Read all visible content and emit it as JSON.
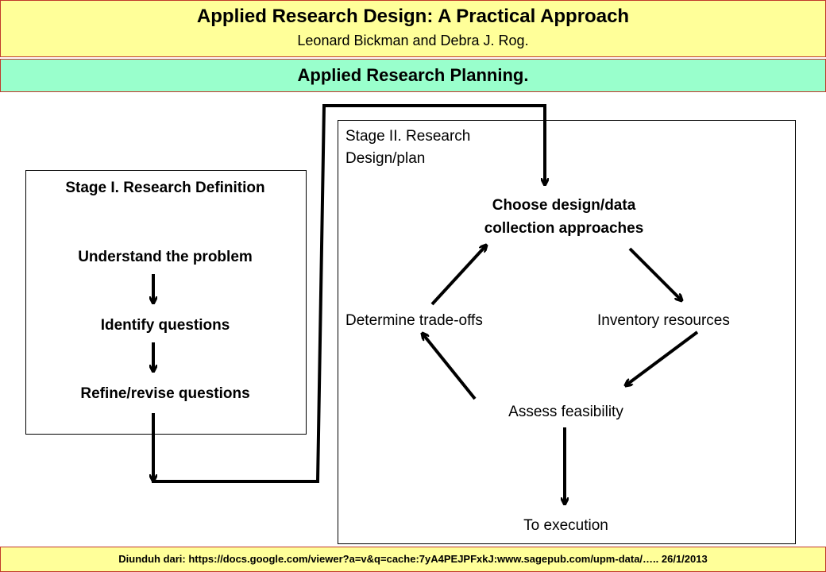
{
  "header": {
    "title": "Applied Research Design: A Practical Approach",
    "subtitle": "Leonard Bickman and Debra J. Rog."
  },
  "subheader": {
    "title": "Applied Research Planning."
  },
  "stage1": {
    "title": "Stage I. Research Definition",
    "steps": [
      "Understand the problem",
      "Identify questions",
      "Refine/revise questions"
    ]
  },
  "stage2": {
    "title_line1": "Stage II. Research",
    "title_line2": "Design/plan",
    "choose_line1": "Choose design/data",
    "choose_line2": "collection approaches",
    "inventory": "Inventory resources",
    "assess": "Assess feasibility",
    "tradeoffs": "Determine trade-offs",
    "execution": "To execution"
  },
  "footer": {
    "text": "Diunduh dari: https://docs.google.com/viewer?a=v&q=cache:7yA4PEJPFxkJ:www.sagepub.com/upm-data/….. 26/1/2013"
  }
}
